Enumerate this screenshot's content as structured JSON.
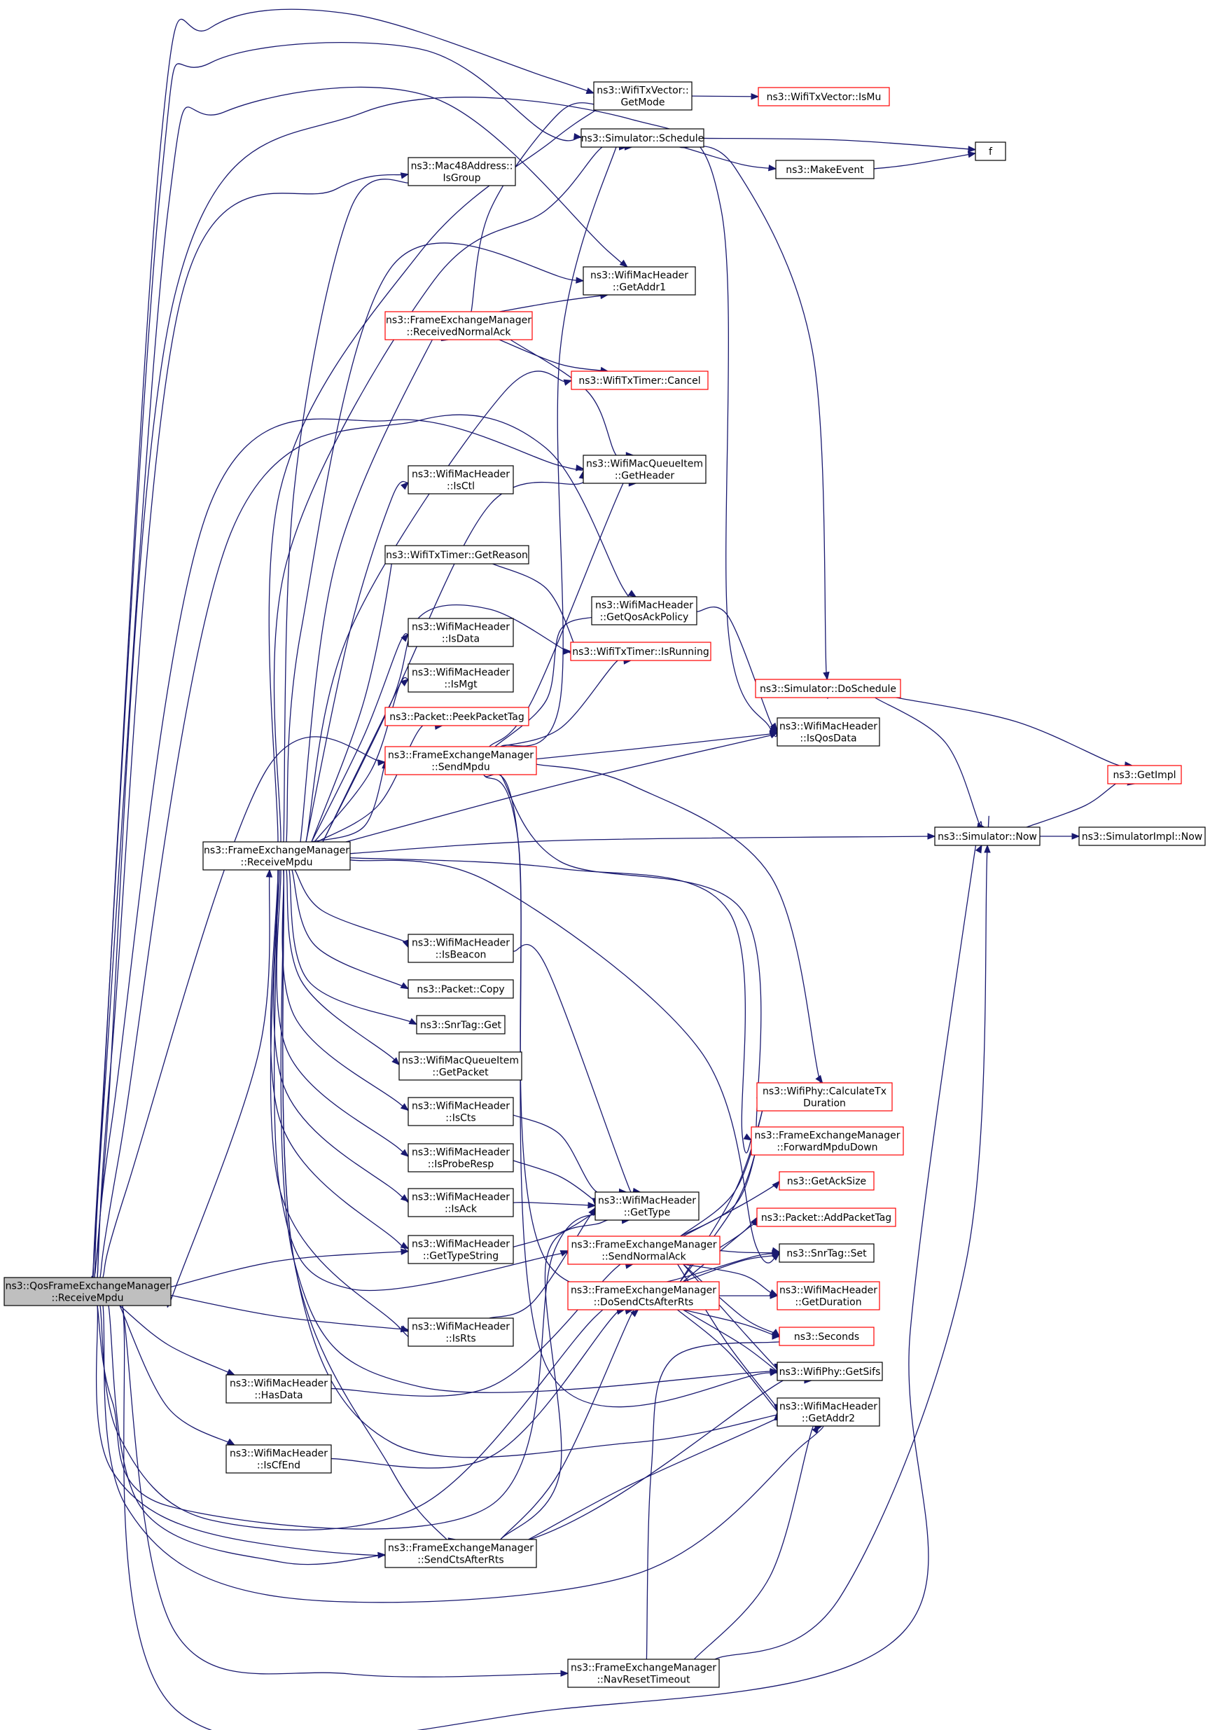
{
  "diagram": {
    "type": "call-graph",
    "colors": {
      "edge": "#191970",
      "root_fill": "#bfbfbf",
      "normal_border": "#000000",
      "truncated_border": "#ff0000"
    },
    "nodes": [
      {
        "id": "root",
        "lines": [
          "ns3::QosFrameExchangeManager",
          "::ReceiveMpdu"
        ],
        "style": "root"
      },
      {
        "id": "fem_receivempdu",
        "lines": [
          "ns3::FrameExchangeManager",
          "::ReceiveMpdu"
        ]
      },
      {
        "id": "txvector_getmode",
        "lines": [
          "ns3::WifiTxVector::",
          "GetMode"
        ]
      },
      {
        "id": "txvector_ismu",
        "lines": [
          "ns3::WifiTxVector::IsMu"
        ],
        "style": "red"
      },
      {
        "id": "sim_schedule",
        "lines": [
          "ns3::Simulator::Schedule"
        ]
      },
      {
        "id": "f",
        "lines": [
          "f"
        ]
      },
      {
        "id": "makeevent",
        "lines": [
          "ns3::MakeEvent"
        ]
      },
      {
        "id": "mac48_isgroup",
        "lines": [
          "ns3::Mac48Address::",
          "IsGroup"
        ]
      },
      {
        "id": "hdr_getaddr1",
        "lines": [
          "ns3::WifiMacHeader",
          "::GetAddr1"
        ]
      },
      {
        "id": "fem_receivednormalack",
        "lines": [
          "ns3::FrameExchangeManager",
          "::ReceivedNormalAck"
        ],
        "style": "red"
      },
      {
        "id": "txtimer_cancel",
        "lines": [
          "ns3::WifiTxTimer::Cancel"
        ],
        "style": "red"
      },
      {
        "id": "queueitem_getheader",
        "lines": [
          "ns3::WifiMacQueueItem",
          "::GetHeader"
        ]
      },
      {
        "id": "hdr_isctl",
        "lines": [
          "ns3::WifiMacHeader",
          "::IsCtl"
        ]
      },
      {
        "id": "txtimer_getreason",
        "lines": [
          "ns3::WifiTxTimer::GetReason"
        ]
      },
      {
        "id": "hdr_getqosackpolicy",
        "lines": [
          "ns3::WifiMacHeader",
          "::GetQosAckPolicy"
        ]
      },
      {
        "id": "txtimer_isrunning",
        "lines": [
          "ns3::WifiTxTimer::IsRunning"
        ],
        "style": "red"
      },
      {
        "id": "hdr_isdata",
        "lines": [
          "ns3::WifiMacHeader",
          "::IsData"
        ]
      },
      {
        "id": "sim_doschedule",
        "lines": [
          "ns3::Simulator::DoSchedule"
        ],
        "style": "red"
      },
      {
        "id": "hdr_ismgt",
        "lines": [
          "ns3::WifiMacHeader",
          "::IsMgt"
        ]
      },
      {
        "id": "packet_peekpackettag",
        "lines": [
          "ns3::Packet::PeekPacketTag"
        ],
        "style": "red"
      },
      {
        "id": "hdr_isqosdata",
        "lines": [
          "ns3::WifiMacHeader",
          "::IsQosData"
        ]
      },
      {
        "id": "fem_sendmpdu",
        "lines": [
          "ns3::FrameExchangeManager",
          "::SendMpdu"
        ],
        "style": "red"
      },
      {
        "id": "getimpl",
        "lines": [
          "ns3::GetImpl"
        ],
        "style": "red"
      },
      {
        "id": "sim_now",
        "lines": [
          "ns3::Simulator::Now"
        ]
      },
      {
        "id": "simimpl_now",
        "lines": [
          "ns3::SimulatorImpl::Now"
        ]
      },
      {
        "id": "hdr_isbeacon",
        "lines": [
          "ns3::WifiMacHeader",
          "::IsBeacon"
        ]
      },
      {
        "id": "packet_copy",
        "lines": [
          "ns3::Packet::Copy"
        ]
      },
      {
        "id": "snrtag_get",
        "lines": [
          "ns3::SnrTag::Get"
        ]
      },
      {
        "id": "queueitem_getpacket",
        "lines": [
          "ns3::WifiMacQueueItem",
          "::GetPacket"
        ]
      },
      {
        "id": "phy_calctxduration",
        "lines": [
          "ns3::WifiPhy::CalculateTx",
          "Duration"
        ],
        "style": "red"
      },
      {
        "id": "hdr_iscts",
        "lines": [
          "ns3::WifiMacHeader",
          "::IsCts"
        ]
      },
      {
        "id": "fem_forwardmpdudown",
        "lines": [
          "ns3::FrameExchangeManager",
          "::ForwardMpduDown"
        ],
        "style": "red"
      },
      {
        "id": "hdr_isproberesp",
        "lines": [
          "ns3::WifiMacHeader",
          "::IsProbeResp"
        ]
      },
      {
        "id": "getacksize",
        "lines": [
          "ns3::GetAckSize"
        ],
        "style": "red"
      },
      {
        "id": "hdr_isack",
        "lines": [
          "ns3::WifiMacHeader",
          "::IsAck"
        ]
      },
      {
        "id": "hdr_gettype",
        "lines": [
          "ns3::WifiMacHeader",
          "::GetType"
        ]
      },
      {
        "id": "packet_addpackettag",
        "lines": [
          "ns3::Packet::AddPacketTag"
        ],
        "style": "red"
      },
      {
        "id": "hdr_gettypestring",
        "lines": [
          "ns3::WifiMacHeader",
          "::GetTypeString"
        ]
      },
      {
        "id": "fem_sendnormalack",
        "lines": [
          "ns3::FrameExchangeManager",
          "::SendNormalAck"
        ],
        "style": "red"
      },
      {
        "id": "snrtag_set",
        "lines": [
          "ns3::SnrTag::Set"
        ]
      },
      {
        "id": "fem_dosendctsafterrts",
        "lines": [
          "ns3::FrameExchangeManager",
          "::DoSendCtsAfterRts"
        ],
        "style": "red"
      },
      {
        "id": "hdr_getduration",
        "lines": [
          "ns3::WifiMacHeader",
          "::GetDuration"
        ],
        "style": "red"
      },
      {
        "id": "hdr_isrts",
        "lines": [
          "ns3::WifiMacHeader",
          "::IsRts"
        ]
      },
      {
        "id": "seconds",
        "lines": [
          "ns3::Seconds"
        ],
        "style": "red"
      },
      {
        "id": "phy_getsifs",
        "lines": [
          "ns3::WifiPhy::GetSifs"
        ]
      },
      {
        "id": "hdr_hasdata",
        "lines": [
          "ns3::WifiMacHeader",
          "::HasData"
        ]
      },
      {
        "id": "hdr_getaddr2",
        "lines": [
          "ns3::WifiMacHeader",
          "::GetAddr2"
        ]
      },
      {
        "id": "hdr_iscfend",
        "lines": [
          "ns3::WifiMacHeader",
          "::IsCfEnd"
        ]
      },
      {
        "id": "fem_sendctsafterrts",
        "lines": [
          "ns3::FrameExchangeManager",
          "::SendCtsAfterRts"
        ]
      },
      {
        "id": "fem_navresettimeout",
        "lines": [
          "ns3::FrameExchangeManager",
          "::NavResetTimeout"
        ]
      }
    ]
  }
}
